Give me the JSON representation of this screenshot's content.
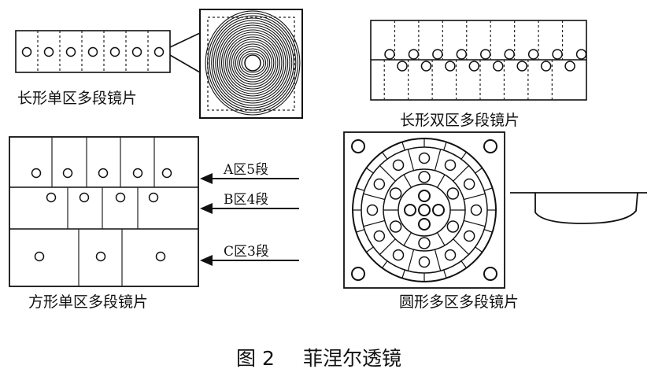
{
  "labels": {
    "long_single": "长形单区多段镜片",
    "long_double": "长形双区多段镜片",
    "square_single": "方形单区多段镜片",
    "round_multi": "圆形多区多段镜片"
  },
  "zones": {
    "a": "A区5段",
    "b": "B区4段",
    "c": "C区3段"
  },
  "caption": {
    "number": "图 2",
    "title": "菲涅尔透镜"
  }
}
